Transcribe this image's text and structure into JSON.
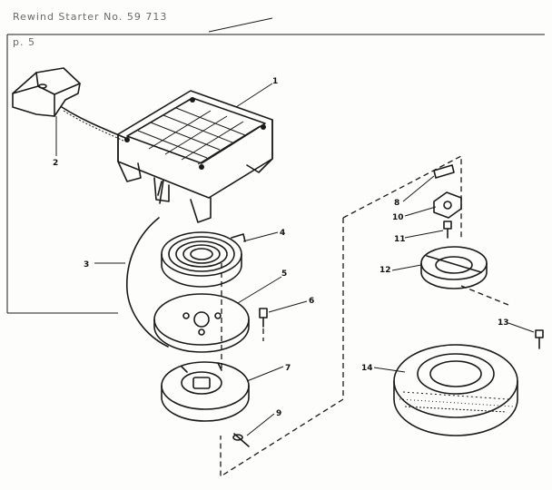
{
  "header": {
    "title_text": "Rewind Starter No. 59 713",
    "scribble_text": ""
  },
  "callouts": [
    {
      "id": "1",
      "label": "1"
    },
    {
      "id": "2",
      "label": "2"
    },
    {
      "id": "3",
      "label": "3"
    },
    {
      "id": "4",
      "label": "4"
    },
    {
      "id": "5",
      "label": "5"
    },
    {
      "id": "6",
      "label": "6"
    },
    {
      "id": "7",
      "label": "7"
    },
    {
      "id": "8",
      "label": "8"
    },
    {
      "id": "9",
      "label": "9"
    },
    {
      "id": "10",
      "label": "10"
    },
    {
      "id": "11",
      "label": "11"
    },
    {
      "id": "12",
      "label": "12"
    },
    {
      "id": "13",
      "label": "13"
    },
    {
      "id": "14",
      "label": "14"
    }
  ]
}
